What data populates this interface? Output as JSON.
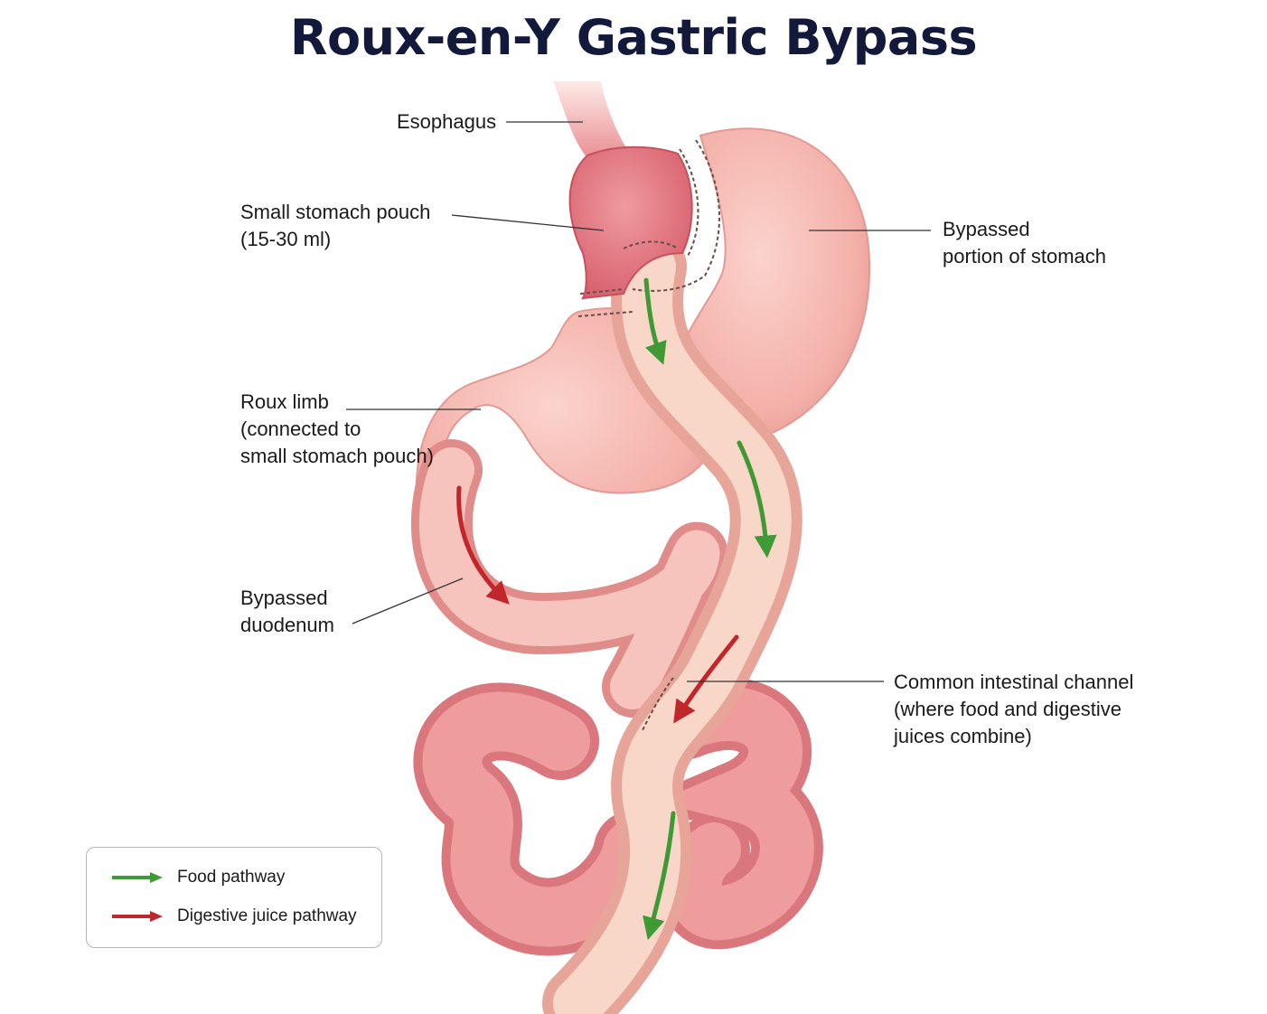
{
  "title": "Roux-en-Y Gastric Bypass",
  "labels": {
    "esophagus": "Esophagus",
    "pouch_line1": "Small stomach pouch",
    "pouch_line2": "(15-30 ml)",
    "bypassed_stomach_line1": "Bypassed",
    "bypassed_stomach_line2": "portion of stomach",
    "roux_line1": "Roux limb",
    "roux_line2": "(connected to",
    "roux_line3": "small stomach pouch)",
    "duodenum_line1": "Bypassed",
    "duodenum_line2": "duodenum",
    "common_line1": "Common intestinal channel",
    "common_line2": "(where food and digestive",
    "common_line3": "juices combine)"
  },
  "legend": {
    "food": "Food pathway",
    "juice": "Digestive juice pathway"
  },
  "colors": {
    "food_arrow": "#3f9a35",
    "juice_arrow": "#c0262a",
    "tissue": "#f2b0aa",
    "pouch": "#e0737c",
    "title": "#13193a"
  }
}
